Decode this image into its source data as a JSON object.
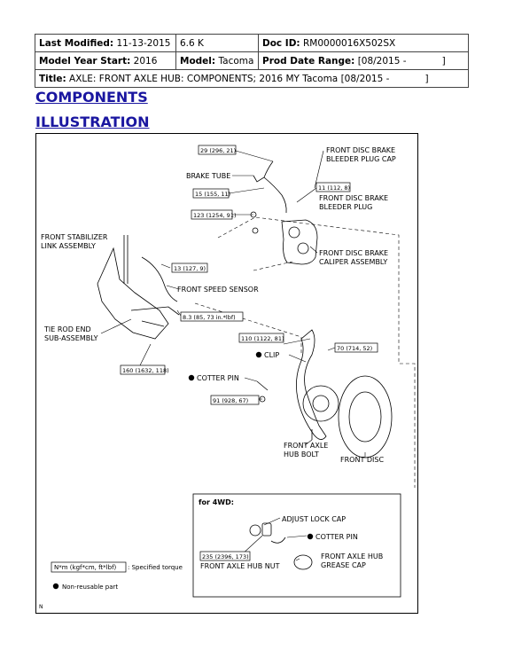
{
  "header": {
    "last_modified_label": "Last Modified:",
    "last_modified_value": "11-13-2015",
    "version": "6.6 K",
    "doc_id_label": "Doc ID:",
    "doc_id_value": "RM0000016X502SX",
    "model_year_label": "Model Year Start:",
    "model_year_value": "2016",
    "model_label": "Model:",
    "model_value": "Tacoma",
    "prod_date_label": "Prod Date Range:",
    "prod_date_value": "[08/2015 -            ]",
    "title_label": "Title:",
    "title_value": "AXLE: FRONT AXLE HUB: COMPONENTS; 2016 MY Tacoma [08/2015 -            ]"
  },
  "sections": {
    "components": "COMPONENTS",
    "illustration": "ILLUSTRATION"
  },
  "illustration": {
    "labels": {
      "front_disc_brake_bleeder_plug_cap_1": "FRONT DISC BRAKE",
      "front_disc_brake_bleeder_plug_cap_2": "BLEEDER PLUG CAP",
      "brake_tube": "BRAKE TUBE",
      "front_disc_brake_bleeder_plug_1": "FRONT DISC BRAKE",
      "front_disc_brake_bleeder_plug_2": "BLEEDER PLUG",
      "front_stabilizer_link_1": "FRONT STABILIZER",
      "front_stabilizer_link_2": "LINK ASSEMBLY",
      "front_disc_brake_caliper_1": "FRONT DISC BRAKE",
      "front_disc_brake_caliper_2": "CALIPER ASSEMBLY",
      "front_speed_sensor": "FRONT SPEED SENSOR",
      "tie_rod_end_1": "TIE ROD END",
      "tie_rod_end_2": "SUB-ASSEMBLY",
      "clip": "CLIP",
      "cotter_pin": "COTTER PIN",
      "front_axle_hub_bolt_1": "FRONT AXLE",
      "front_axle_hub_bolt_2": "HUB BOLT",
      "front_disc": "FRONT DISC",
      "for_4wd": "for 4WD:",
      "adjust_lock_cap": "ADJUST LOCK CAP",
      "cotter_pin_4wd": "COTTER PIN",
      "front_axle_hub_nut": "FRONT AXLE HUB NUT",
      "front_axle_hub_grease_cap_1": "FRONT AXLE HUB",
      "front_axle_hub_grease_cap_2": "GREASE CAP",
      "legend_torque_box": "N*m (kgf*cm, ft*lbf)",
      "legend_torque_text": ": Specified torque",
      "legend_non_reusable": "Non-reusable part",
      "corner_mark": "N"
    },
    "torques": {
      "t29": "29 (296, 21)",
      "t11": "11 (112, 8)",
      "t15": "15 (155, 11)",
      "t123": "123 (1254, 91)",
      "t13": "13 (127, 9)",
      "t83": "8.3 (85, 73 in.*lbf)",
      "t110": "110 (1122, 81)",
      "t70": "70 (714, 52)",
      "t160": "160 (1632, 118)",
      "t91": "91 (928, 67)",
      "t235": "235 (2396, 173)"
    }
  }
}
